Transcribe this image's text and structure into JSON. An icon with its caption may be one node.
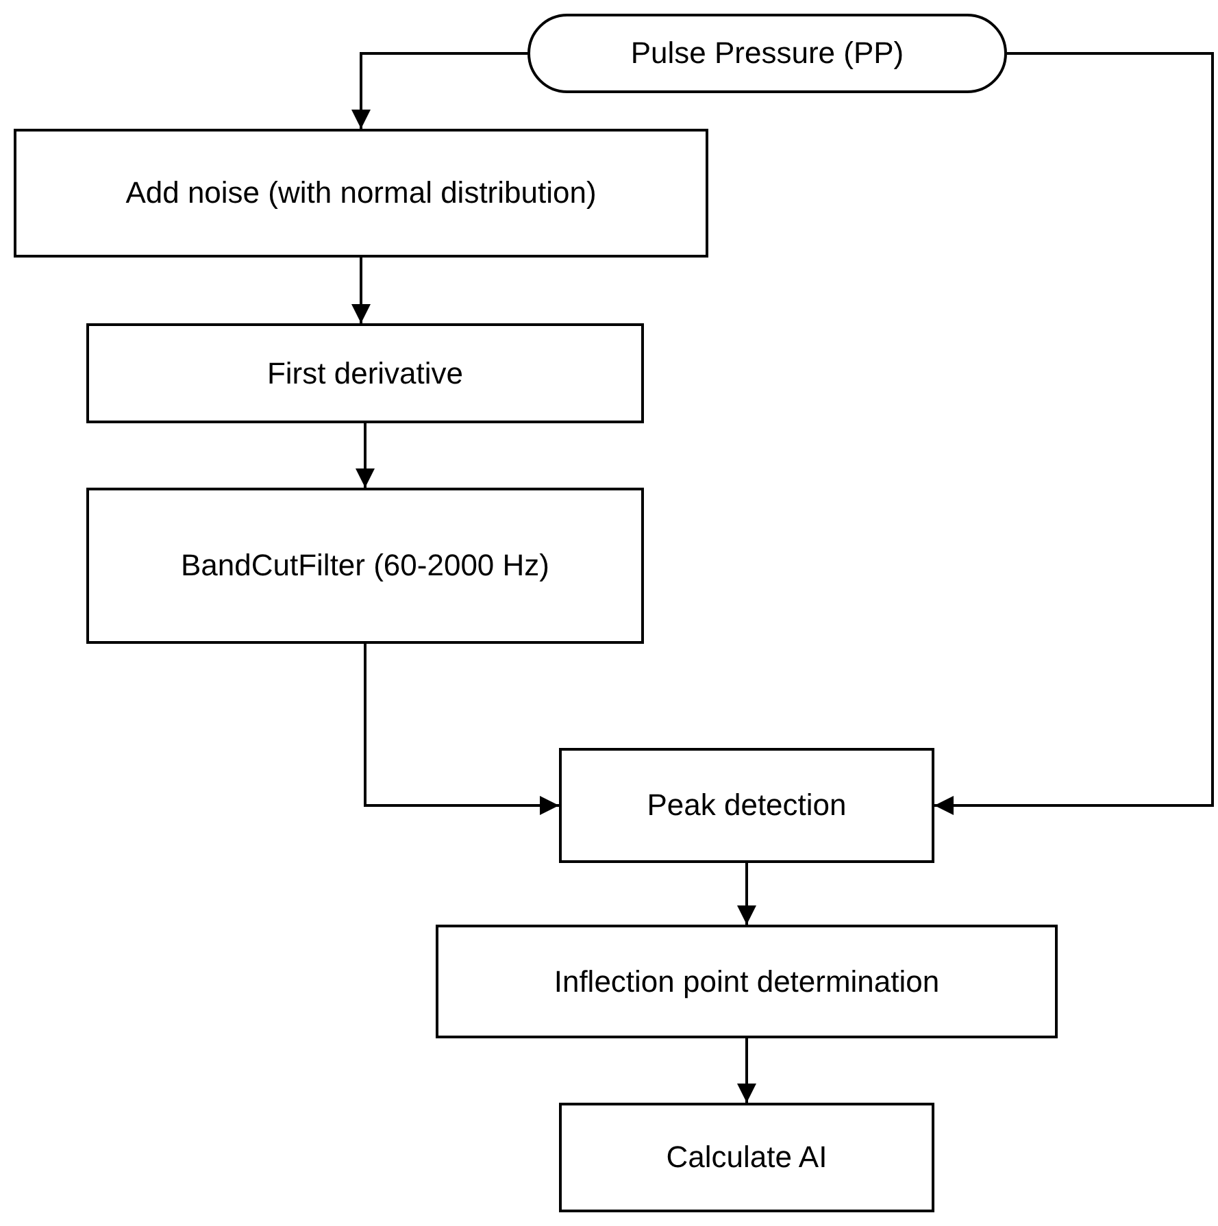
{
  "diagram": {
    "nodes": [
      {
        "text": [
          "Pulse Pressure (PP)"
        ]
      },
      {
        "text": [
          "Add noise (with normal distribution)"
        ]
      },
      {
        "text": [
          "First derivative"
        ]
      },
      {
        "text": [
          "BandCutFilter (60-2000 Hz)"
        ]
      },
      {
        "text": [
          "Peak detection"
        ]
      },
      {
        "text": [
          "Inflection point determination"
        ]
      },
      {
        "text": [
          "Calculate AI"
        ]
      }
    ],
    "edges": [
      {
        "from": 0,
        "to": 1,
        "arrow": "to"
      },
      {
        "from": 0,
        "to": 4,
        "arrow": "to"
      },
      {
        "from": 1,
        "to": 2,
        "arrow": "to"
      },
      {
        "from": 2,
        "to": 3,
        "arrow": "to"
      },
      {
        "from": 3,
        "to": 4,
        "arrow": "to"
      },
      {
        "from": 4,
        "to": 5,
        "arrow": "to"
      },
      {
        "from": 5,
        "to": 6,
        "arrow": "to"
      }
    ]
  }
}
